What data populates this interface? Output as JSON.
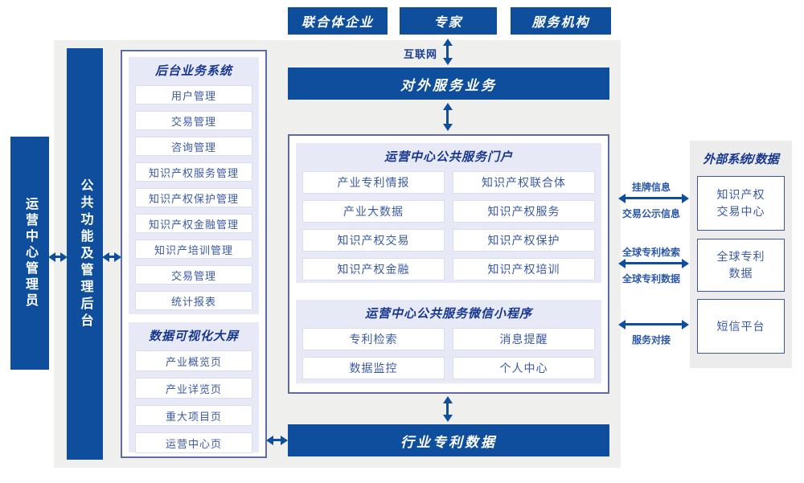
{
  "colors": {
    "primary_blue": "#0f4e9d",
    "title_text": "#17378f",
    "item_text": "#3a5aa6",
    "lavender_panel": "#e7eaf6",
    "container_border": "#5d6b9e",
    "main_gray": "#efefed",
    "external_panel_gray": "#ececec"
  },
  "top_actors": {
    "union_enterprises": "联合体企业",
    "experts": "专家",
    "service_orgs": "服务机构"
  },
  "internet_label": "互联网",
  "external_service_bar": "对外服务业务",
  "left_bars": {
    "admin": "运营中心管理员",
    "public_mgmt": "公共功能及管理后台"
  },
  "backend": {
    "title": "后台业务系统",
    "items": [
      "用户管理",
      "交易管理",
      "咨询管理",
      "知识产权服务管理",
      "知识产权保护管理",
      "知识产权金融管理",
      "知识产培训管理",
      "交易管理",
      "统计报表"
    ]
  },
  "dataviz": {
    "title": "数据可视化大屏",
    "items": [
      "产业概览页",
      "产业详览页",
      "重大项目页",
      "运营中心页"
    ]
  },
  "portal": {
    "title": "运营中心公共服务门户",
    "items": [
      "产业专利情报",
      "知识产权联合体",
      "产业大数据",
      "知识产权服务",
      "知识产权交易",
      "知识产权保护",
      "知识产权金融",
      "知识产权培训"
    ]
  },
  "miniprogram": {
    "title": "运营中心公共服务微信小程序",
    "items": [
      "专利检索",
      "消息提醒",
      "数据监控",
      "个人中心"
    ]
  },
  "bottom_bar": "行业专利数据",
  "external": {
    "title": "外部系统/数据",
    "systems": [
      "知识产权\n交易中心",
      "全球专利\n数据",
      "短信平台"
    ],
    "link1": {
      "top": "挂牌信息",
      "bottom": "交易公示信息"
    },
    "link2": {
      "top": "全球专利检索",
      "bottom": "全球专利数据"
    },
    "link3": {
      "bottom": "服务对接"
    }
  }
}
